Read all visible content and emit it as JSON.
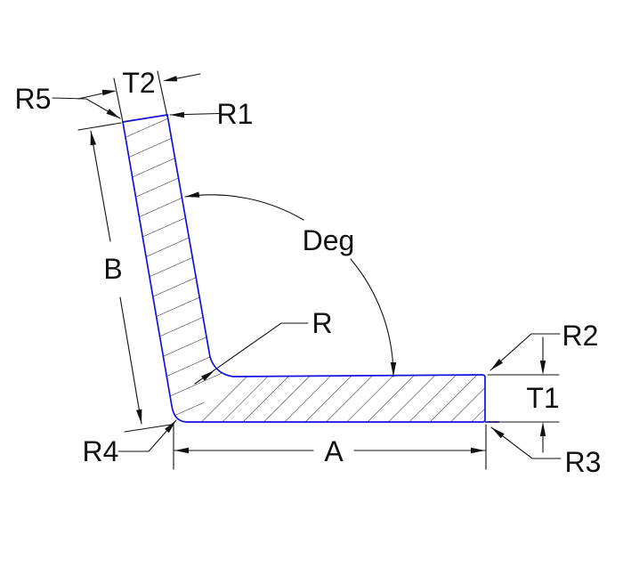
{
  "diagram": {
    "type": "technical-drawing-angle-cross-section",
    "labels": {
      "t2": "T2",
      "r5": "R5",
      "r1": "R1",
      "b": "B",
      "deg": "Deg",
      "r": "R",
      "r4": "R4",
      "a": "A",
      "t1": "T1",
      "r2": "R2",
      "r3": "R3"
    },
    "colors": {
      "background": "#ffffff",
      "profile_outline": "#1212dd",
      "hatch": "#1a1a1a",
      "dimensions": "#111111",
      "text": "#111111"
    }
  }
}
